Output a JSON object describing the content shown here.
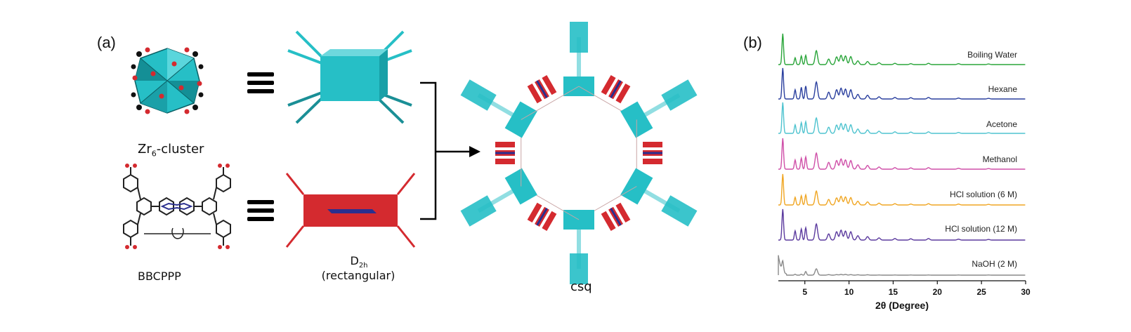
{
  "panel_a": {
    "label": "(a)",
    "cluster_label": "Zr",
    "cluster_sub": "6",
    "cluster_suffix": "-cluster",
    "linker_label": "BBCPPP",
    "d2h_label": "D",
    "d2h_sub": "2h",
    "d2h_desc": "(rectangular)",
    "topology_label": "csq",
    "colors": {
      "cluster": "#26bfc6",
      "linker": "#d42a2f",
      "porphyrin": "#2a2f8f"
    }
  },
  "panel_b": {
    "label": "(b)",
    "chart_data": {
      "type": "line",
      "title": "",
      "xlabel": "2θ (Degree)",
      "ylabel": "",
      "xlim": [
        2,
        30
      ],
      "xticks": [
        5,
        10,
        15,
        20,
        25,
        30
      ],
      "peak_positions": [
        2.5,
        3.9,
        4.6,
        5.1,
        6.3,
        7.7,
        8.6,
        9.1,
        9.6,
        10.2,
        11.0,
        12.1,
        13.4,
        15.2,
        17.0,
        19.0,
        22.4,
        25.8
      ],
      "series": [
        {
          "name": "Boiling Water",
          "color": "#2aa53a",
          "peaks": [
            1.0,
            0.22,
            0.28,
            0.3,
            0.45,
            0.18,
            0.25,
            0.3,
            0.28,
            0.26,
            0.12,
            0.1,
            0.06,
            0.04,
            0.03,
            0.04,
            0.03,
            0.02
          ]
        },
        {
          "name": "Hexane",
          "color": "#2a3f9e",
          "peaks": [
            1.0,
            0.3,
            0.38,
            0.42,
            0.55,
            0.22,
            0.3,
            0.35,
            0.32,
            0.3,
            0.15,
            0.12,
            0.07,
            0.05,
            0.04,
            0.05,
            0.03,
            0.02
          ]
        },
        {
          "name": "Acetone",
          "color": "#4ec3cf",
          "peaks": [
            1.0,
            0.28,
            0.35,
            0.38,
            0.5,
            0.2,
            0.27,
            0.32,
            0.3,
            0.28,
            0.14,
            0.11,
            0.07,
            0.05,
            0.04,
            0.05,
            0.03,
            0.02
          ]
        },
        {
          "name": "Methanol",
          "color": "#cf4fa8",
          "peaks": [
            1.0,
            0.3,
            0.36,
            0.4,
            0.52,
            0.22,
            0.28,
            0.33,
            0.3,
            0.28,
            0.14,
            0.12,
            0.07,
            0.05,
            0.04,
            0.05,
            0.03,
            0.02
          ]
        },
        {
          "name": "HCl solution (6 M)",
          "color": "#f0a623",
          "peaks": [
            1.0,
            0.25,
            0.3,
            0.33,
            0.45,
            0.18,
            0.23,
            0.28,
            0.26,
            0.24,
            0.12,
            0.1,
            0.06,
            0.04,
            0.03,
            0.04,
            0.03,
            0.02
          ]
        },
        {
          "name": "HCl solution (12 M)",
          "color": "#5b3a9e",
          "peaks": [
            1.0,
            0.3,
            0.36,
            0.4,
            0.52,
            0.2,
            0.27,
            0.32,
            0.29,
            0.27,
            0.14,
            0.11,
            0.07,
            0.05,
            0.04,
            0.05,
            0.03,
            0.02
          ]
        },
        {
          "name": "NaOH (2 M)",
          "color": "#8a8a8a",
          "peaks": [
            0.55,
            0.05,
            0.05,
            0.2,
            0.35,
            0.03,
            0.03,
            0.04,
            0.04,
            0.03,
            0.02,
            0.02,
            0.01,
            0.01,
            0.01,
            0.01,
            0.01,
            0.01
          ]
        }
      ]
    }
  }
}
